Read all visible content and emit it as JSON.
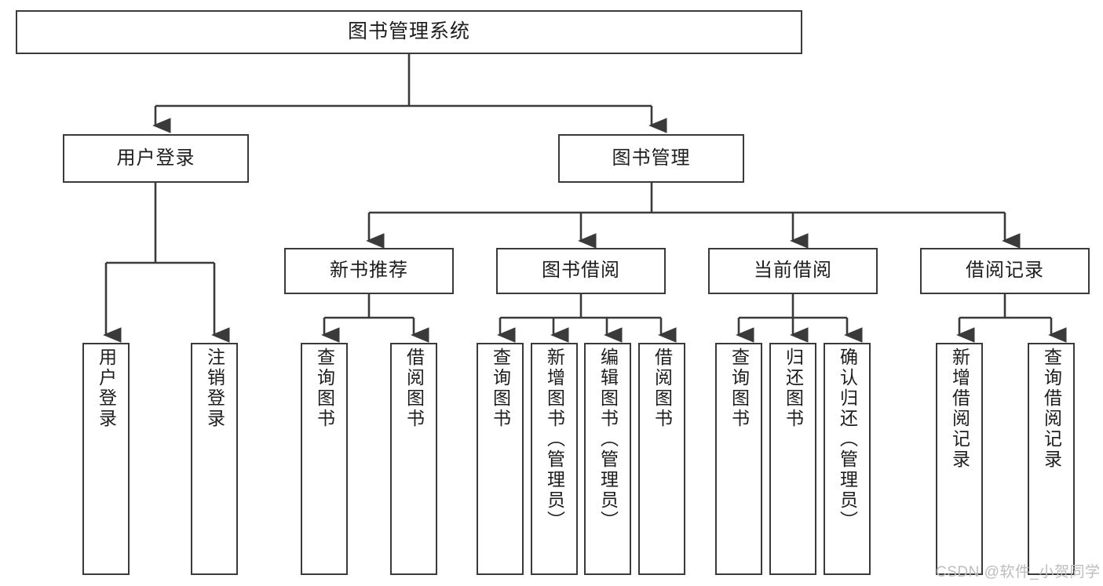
{
  "diagram": {
    "type": "tree",
    "title": "图书管理系统",
    "watermark": "CSDN @软件_小贺同学",
    "colors": {
      "box_border": "#3a3a3a",
      "box_fill": "#ffffff",
      "line": "#3a3a3a",
      "text": "#1d1d1d",
      "watermark": "#bdbdbd",
      "background": "#ffffff"
    },
    "levels": {
      "root": {
        "label": "图书管理系统"
      },
      "level2": [
        {
          "label": "用户登录"
        },
        {
          "label": "图书管理"
        }
      ],
      "level3": [
        {
          "label": "新书推荐"
        },
        {
          "label": "图书借阅"
        },
        {
          "label": "当前借阅"
        },
        {
          "label": "借阅记录"
        }
      ],
      "leaves": {
        "user_login": [
          {
            "label": "用户登录"
          },
          {
            "label": "注销登录"
          }
        ],
        "new_book_recommend": [
          {
            "label": "查询图书"
          },
          {
            "label": "借阅图书"
          }
        ],
        "book_borrow": [
          {
            "label": "查询图书"
          },
          {
            "label": "新增图书（管理员）"
          },
          {
            "label": "编辑图书（管理员）"
          },
          {
            "label": "借阅图书"
          }
        ],
        "current_borrow": [
          {
            "label": "查询图书"
          },
          {
            "label": "归还图书"
          },
          {
            "label": "确认归还（管理员）"
          }
        ],
        "borrow_records": [
          {
            "label": "新增借阅记录"
          },
          {
            "label": "查询借阅记录"
          }
        ]
      }
    }
  }
}
